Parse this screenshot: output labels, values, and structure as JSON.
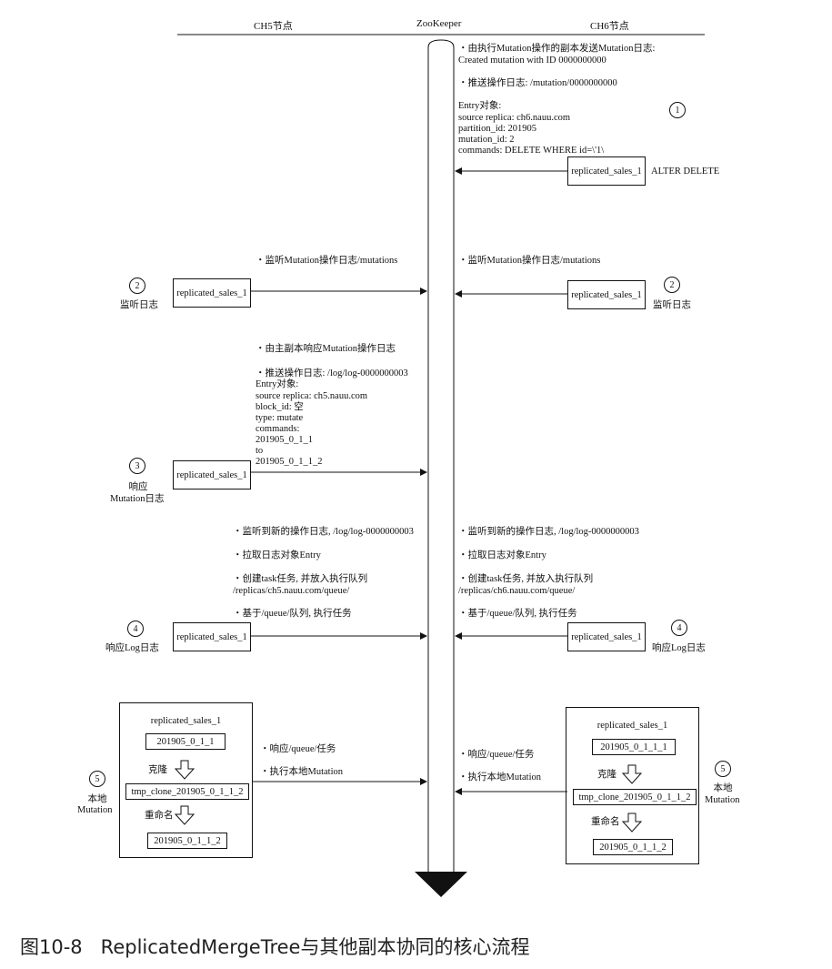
{
  "headers": {
    "ch5": "CH5节点",
    "zk": "ZooKeeper",
    "ch6": "CH6节点"
  },
  "step1": {
    "label": "1",
    "lines": [
      "・由执行Mutation操作的副本发送Mutation日志:",
      "Created mutation with ID 0000000000",
      "・推送操作日志: /mutation/0000000000",
      "Entry对象:",
      "source replica: ch6.nauu.com",
      "partition_id: 201905",
      "mutation_id: 2",
      "commands: DELETE WHERE id=\\'1\\"
    ],
    "box": "replicated_sales_1",
    "cmd": "ALTER DELETE"
  },
  "step2": {
    "label": "2",
    "left_text": "・监听Mutation操作日志/mutations",
    "right_text": "・监听Mutation操作日志/mutations",
    "left_box": "replicated_sales_1",
    "right_box": "replicated_sales_1",
    "left_caption": "监听日志",
    "right_caption": "监听日志"
  },
  "step3": {
    "label": "3",
    "lines": [
      "・由主副本响应Mutation操作日志",
      "・推送操作日志: /log/log-0000000003",
      "Entry对象:",
      "source replica: ch5.nauu.com",
      "block_id: 空",
      "type: mutate",
      "commands:",
      "201905_0_1_1",
      "to",
      "201905_0_1_1_2"
    ],
    "box": "replicated_sales_1",
    "caption1": "响应",
    "caption2": "Mutation日志"
  },
  "step4": {
    "label": "4",
    "left_lines": [
      "・监听到新的操作日志, /log/log-0000000003",
      "・拉取日志对象Entry",
      "・创建task任务, 并放入执行队列",
      "/replicas/ch5.nauu.com/queue/",
      "・基于/queue/队列, 执行任务"
    ],
    "right_lines": [
      "・监听到新的操作日志, /log/log-0000000003",
      "・拉取日志对象Entry",
      "・创建task任务, 并放入执行队列",
      "/replicas/ch6.nauu.com/queue/",
      "・基于/queue/队列, 执行任务"
    ],
    "left_box": "replicated_sales_1",
    "right_box": "replicated_sales_1",
    "left_caption": "响应Log日志",
    "right_caption": "响应Log日志"
  },
  "step5": {
    "label": "5",
    "left_text1": "・响应/queue/任务",
    "left_text2": "・执行本地Mutation",
    "right_text1": "・响应/queue/任务",
    "right_text2": "・执行本地Mutation",
    "caption1": "本地",
    "caption2": "Mutation",
    "left_panel": {
      "title": "replicated_sales_1",
      "part1": "201905_0_1_1",
      "clone_label": "克隆",
      "part2": "tmp_clone_201905_0_1_1_2",
      "rename_label": "重命名",
      "part3": "201905_0_1_1_2"
    },
    "right_panel": {
      "title": "replicated_sales_1",
      "part1": "201905_0_1_1_1",
      "clone_label": "克隆",
      "part2": "tmp_clone_201905_0_1_1_2",
      "rename_label": "重命名",
      "part3": "201905_0_1_1_2"
    }
  },
  "caption": "图10-8   ReplicatedMergeTree与其他副本协同的核心流程"
}
